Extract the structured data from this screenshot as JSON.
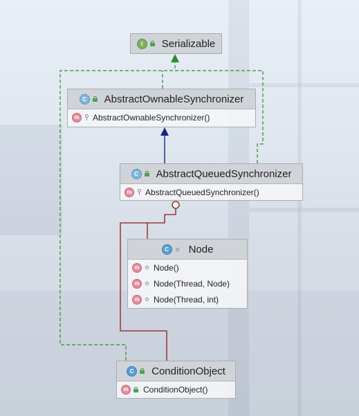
{
  "nodes": {
    "serializable": {
      "name": "Serializable",
      "kind": "I"
    },
    "aos": {
      "name": "AbstractOwnableSynchronizer",
      "kind": "C",
      "members": [
        {
          "kind": "m",
          "text": "AbstractOwnableSynchronizer()"
        }
      ]
    },
    "aqs": {
      "name": "AbstractQueuedSynchronizer",
      "kind": "C",
      "members": [
        {
          "kind": "m",
          "text": "AbstractQueuedSynchronizer()"
        }
      ]
    },
    "node": {
      "name": "Node",
      "kind": "C",
      "members": [
        {
          "kind": "m",
          "text": "Node()"
        },
        {
          "kind": "m",
          "text": "Node(Thread, Node)"
        },
        {
          "kind": "m",
          "text": "Node(Thread, int)"
        }
      ]
    },
    "condition": {
      "name": "ConditionObject",
      "kind": "C",
      "members": [
        {
          "kind": "m",
          "text": "ConditionObject()"
        }
      ]
    }
  },
  "colors": {
    "implements": "#2e8b2e",
    "extends": "#1a237e",
    "inner": "#8b1a1a"
  }
}
